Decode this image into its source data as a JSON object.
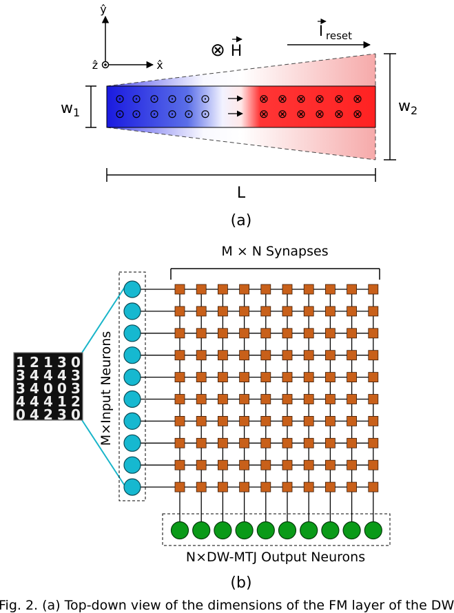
{
  "panel_a": {
    "label": "(a)",
    "axes": {
      "y": "ŷ",
      "x": "x̂",
      "z": "ẑ"
    },
    "field_symbol": "⊗",
    "field_label": "H",
    "current_label": "I",
    "current_sub": "reset",
    "width_left": "w",
    "width_left_sub": "1",
    "width_right": "w",
    "width_right_sub": "2",
    "length_label": "L",
    "dot_symbol": "⊙",
    "cross_symbol": "⊗"
  },
  "panel_b": {
    "label": "(b)",
    "synapses_label": "M × N Synapses",
    "input_label": "M×Input Neurons",
    "output_label": "N×DW-MTJ Output Neurons",
    "rows": 10,
    "cols": 10,
    "digit_rows": [
      "12130",
      "34443",
      "34003",
      "44412",
      "04230"
    ],
    "colors": {
      "input": "#16b8d0",
      "synapse": "#c8601a",
      "output": "#0a9a18",
      "link": "#19b5c9"
    }
  },
  "caption": "Fig. 2. (a) Top-down view of the dimensions of the FM layer of the DW"
}
